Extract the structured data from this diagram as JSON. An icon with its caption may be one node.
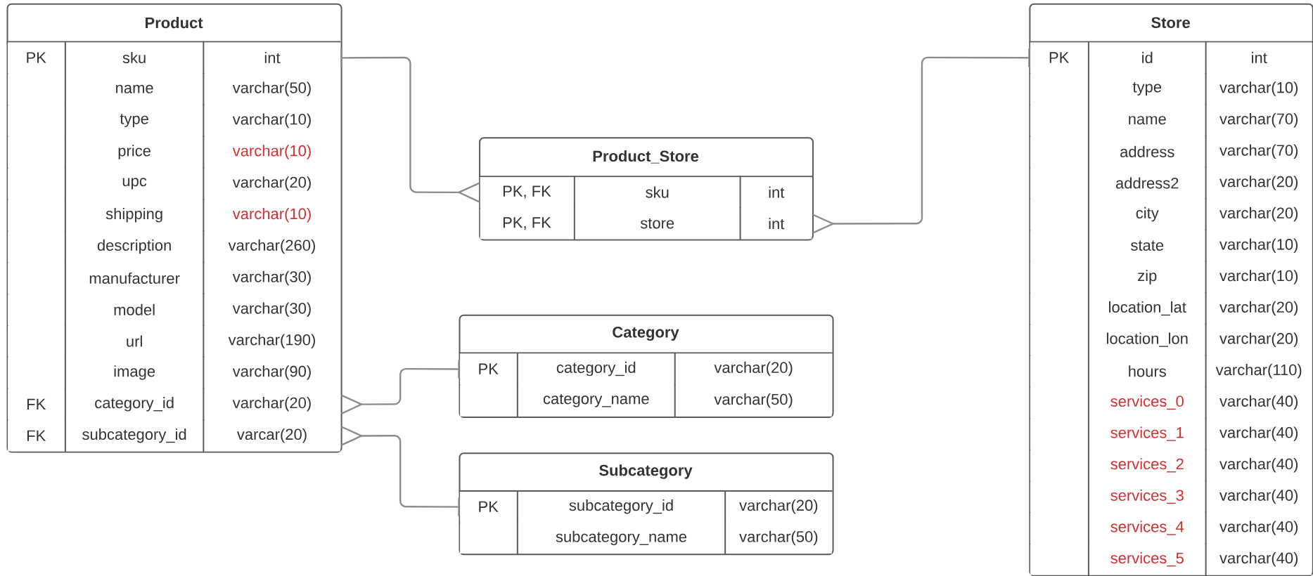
{
  "diagram": {
    "nodes": [
      {
        "text": [
          "Product"
        ]
      },
      {
        "text": [
          "PK",
          "sku",
          "int"
        ],
        "in": 0
      },
      {
        "text": [
          "name",
          "varchar(50)"
        ],
        "in": 0
      },
      {
        "text": [
          "type",
          "varchar(10)"
        ],
        "in": 0
      },
      {
        "text": [
          "price",
          "varchar(10)"
        ],
        "in": 0
      },
      {
        "text": [
          "upc",
          "varchar(20)"
        ],
        "in": 0
      },
      {
        "text": [
          "shipping",
          "varchar(10)"
        ],
        "in": 0
      },
      {
        "text": [
          "description",
          "varchar(260)"
        ],
        "in": 0
      },
      {
        "text": [
          "manufacturer",
          "varchar(30)"
        ],
        "in": 0
      },
      {
        "text": [
          "model",
          "varchar(30)"
        ],
        "in": 0
      },
      {
        "text": [
          "url",
          "varchar(190)"
        ],
        "in": 0
      },
      {
        "text": [
          "image",
          "varchar(90)"
        ],
        "in": 0
      },
      {
        "text": [
          "FK",
          "category_id",
          "varchar(20)"
        ],
        "in": 0
      },
      {
        "text": [
          "FK",
          "subcategory_id",
          "varcar(20)"
        ],
        "in": 0
      },
      {
        "text": [
          "Product_Store"
        ]
      },
      {
        "text": [
          "PK, FK",
          "sku",
          "int"
        ],
        "in": 14
      },
      {
        "text": [
          "PK, FK",
          "store",
          "int"
        ],
        "in": 14
      },
      {
        "text": [
          "Category"
        ]
      },
      {
        "text": [
          "PK",
          "category_id",
          "varchar(20)"
        ],
        "in": 17
      },
      {
        "text": [
          "category_name",
          "varchar(50)"
        ],
        "in": 17
      },
      {
        "text": [
          "Subcategory"
        ]
      },
      {
        "text": [
          "PK",
          "subcategory_id",
          "varchar(20)"
        ],
        "in": 20
      },
      {
        "text": [
          "subcategory_name",
          "varchar(50)"
        ],
        "in": 20
      },
      {
        "text": [
          "Store"
        ]
      },
      {
        "text": [
          "PK",
          "id",
          "int"
        ],
        "in": 23
      },
      {
        "text": [
          "type",
          "varchar(10)"
        ],
        "in": 23
      },
      {
        "text": [
          "name",
          "varchar(70)"
        ],
        "in": 23
      },
      {
        "text": [
          "address",
          "varchar(70)"
        ],
        "in": 23
      },
      {
        "text": [
          "address2",
          "varchar(20)"
        ],
        "in": 23
      },
      {
        "text": [
          "city",
          "varchar(20)"
        ],
        "in": 23
      },
      {
        "text": [
          "state",
          "varchar(10)"
        ],
        "in": 23
      },
      {
        "text": [
          "zip",
          "varchar(10)"
        ],
        "in": 23
      },
      {
        "text": [
          "location_lat",
          "varchar(20)"
        ],
        "in": 23
      },
      {
        "text": [
          "location_lon",
          "varchar(20)"
        ],
        "in": 23
      },
      {
        "text": [
          "hours",
          "varchar(110)"
        ],
        "in": 23
      },
      {
        "text": [
          "services_0",
          "varchar(40)"
        ],
        "in": 23
      },
      {
        "text": [
          "services_1",
          "varchar(40)"
        ],
        "in": 23
      },
      {
        "text": [
          "services_2",
          "varchar(40)"
        ],
        "in": 23
      },
      {
        "text": [
          "services_3",
          "varchar(40)"
        ],
        "in": 23
      },
      {
        "text": [
          "services_4",
          "varchar(40)"
        ],
        "in": 23
      },
      {
        "text": [
          "services_5",
          "varchar(40)"
        ],
        "in": 23
      }
    ],
    "edges": [
      {
        "from": 1,
        "to": 15,
        "arrow": "other"
      },
      {
        "from": 24,
        "to": 16,
        "arrow": "other"
      },
      {
        "from": 18,
        "to": 12,
        "arrow": "other"
      },
      {
        "from": 21,
        "to": 13,
        "arrow": "other"
      }
    ]
  }
}
